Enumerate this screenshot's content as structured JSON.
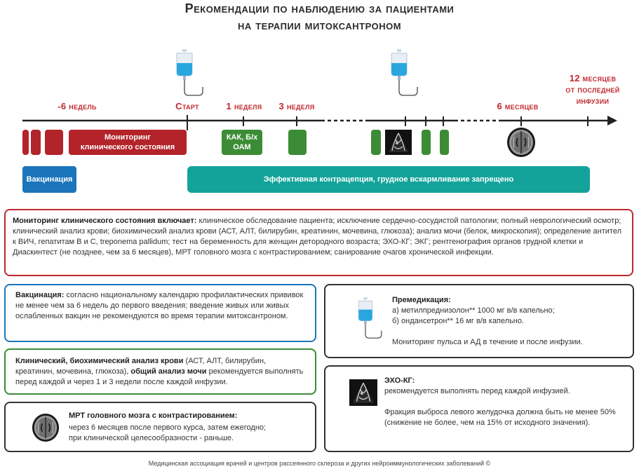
{
  "title": {
    "line1": "Рекомендации по наблюдению за пациентами",
    "line2": "на терапии митоксантроном"
  },
  "timeline": {
    "labels": {
      "minus6": "-6 недель",
      "start": "Старт",
      "week1": "1 неделя",
      "week3": "3 неделя",
      "month6": "6 месяцев",
      "month12_l1": "12 месяцев",
      "month12_l2": "от последней",
      "month12_l3": "инфузии"
    },
    "bars": {
      "monitoring_l1": "Мониторинг",
      "monitoring_l2": "клинического состояния",
      "kak_l1": "КАК, Б/х",
      "kak_l2": "ОАМ",
      "vaccination": "Вакцинация",
      "contraception": "Эффективная контрацепция, грудное вскармливание запрещено"
    }
  },
  "panels": {
    "monitoring": {
      "bold": "Мониторинг клинического состояния включает:",
      "text": " клиническое обследование пациента; исключение сердечно-сосудистой патологии; полный неврологический осмотр; клинический анализ крови; биохимический анализ крови (АСТ, АЛТ, билирубин, креатинин, мочевина, глюкоза); анализ мочи (белок, микроскопия); определение антител к ВИЧ, гепатитам В и С, treponema pallidum; тест на беременность для женщин детородного возраста; ЭХО-КГ; ЭКГ; рентгенография органов грудной клетки и Диаскинтест (не позднее, чем за 6 месяцев), МРТ головного мозга с контрастированием; санирование очагов хронической инфекции."
    },
    "vaccination": {
      "bold": "Вакцинация:",
      "text": " согласно национальному календарю профилактических прививок не менее чем за 6 недель до первого введения; введение живых или живых ослабленных вакцин не рекомендуются во время терапии митоксантроном."
    },
    "blood": {
      "bold1": "Клинический, биохимический анализ крови",
      "text1": " (АСТ, АЛТ, билирубин, креатинин, мочевина, глюкоза), ",
      "bold2": "общий анализ мочи",
      "text2": " рекомендуется выполнять перед каждой и через 1 и 3 недели после каждой инфузии."
    },
    "mri": {
      "bold": "МРТ головного мозга с контрастированием:",
      "line1": "через 6 месяцев после первого курса, затем ежегодно;",
      "line2": "при клинической целесообразности - раньше."
    },
    "premed": {
      "bold": "Премедикация:",
      "line1": "а) метилпреднизолон** 1000 мг в/в капельно;",
      "line2": "б) ондансетрон** 16 мг в/в капельно.",
      "line3": "Мониторинг пульса и АД в течение и после инфузии."
    },
    "echo": {
      "bold": "ЭХО-КГ:",
      "line1": "рекомендуется выполнять перед каждой инфузией.",
      "line2": "Фракция выброса левого желудочка должна быть не менее 50% (снижение не более, чем на 15% от исходного значения)."
    }
  },
  "footer": "Медицинская ассоциация врачей и центров рассеянного склероза и других нейроиммунологических заболеваний ©",
  "colors": {
    "red": "#b3232a",
    "green": "#3c8c35",
    "blue": "#1b75bb",
    "teal": "#14a39a",
    "dark": "#333333"
  },
  "icons": [
    "iv-drip-icon",
    "brain-mri-icon",
    "echocardiogram-icon"
  ]
}
